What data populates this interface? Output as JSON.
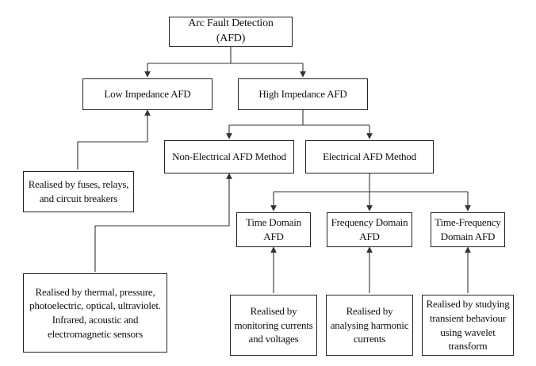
{
  "nodes": {
    "root": "Arc Fault Detection (AFD)",
    "low": "Low Impedance AFD",
    "high": "High Impedance AFD",
    "nonelec": "Non-Electrical AFD Method",
    "elec": "Electrical AFD Method",
    "time": "Time Domain AFD",
    "freq": "Frequency Domain AFD",
    "tf": "Time-Frequency Domain AFD",
    "low_note": "Realised by fuses, relays, and circuit breakers",
    "nonelec_note": "Realised by thermal, pressure, photoelectric, optical, ultraviolet. Infrared, acoustic and electromagnetic sensors",
    "time_note": "Realised by monitoring currents and voltages",
    "freq_note": "Realised by analysing harmonic currents",
    "tf_note": "Realised by studying transient behaviour using wavelet transform"
  },
  "colors": {
    "line": "#333333",
    "border": "#222222"
  }
}
